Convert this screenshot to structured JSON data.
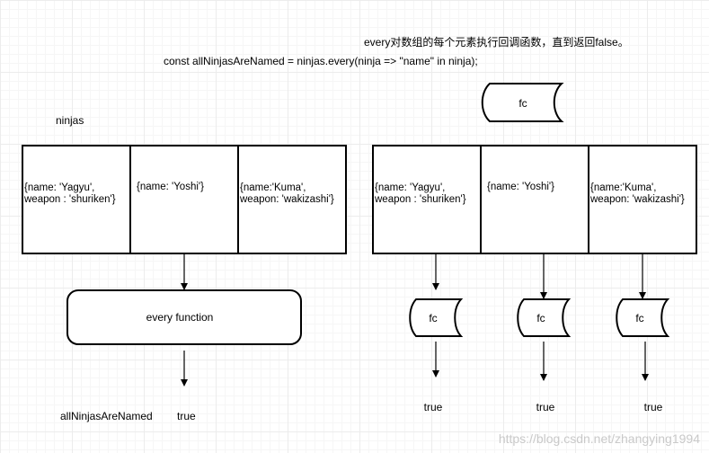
{
  "note": "every对数组的每个元素执行回调函数，直到返回false。",
  "code_line": "const allNinjasAreNamed = ninjas.every(ninja => \"name\" in ninja);",
  "array_label": "ninjas",
  "left_cells": [
    "{name: 'Yagyu',\nweapon : 'shuriken'}",
    "{name: 'Yoshi'}",
    "{name:'Kuma',\nweapon: 'wakizashi'}"
  ],
  "right_cells": [
    "{name: 'Yagyu',\nweapon : 'shuriken'}",
    "{name: 'Yoshi'}",
    "{name:'Kuma',\nweapon: 'wakizashi'}"
  ],
  "every_function_label": "every function",
  "callback_label": "fc",
  "result_name": "allNinjasAreNamed",
  "result_value": "true",
  "outputs": [
    "true",
    "true",
    "true"
  ],
  "watermark": "https://blog.csdn.net/zhangying1994"
}
